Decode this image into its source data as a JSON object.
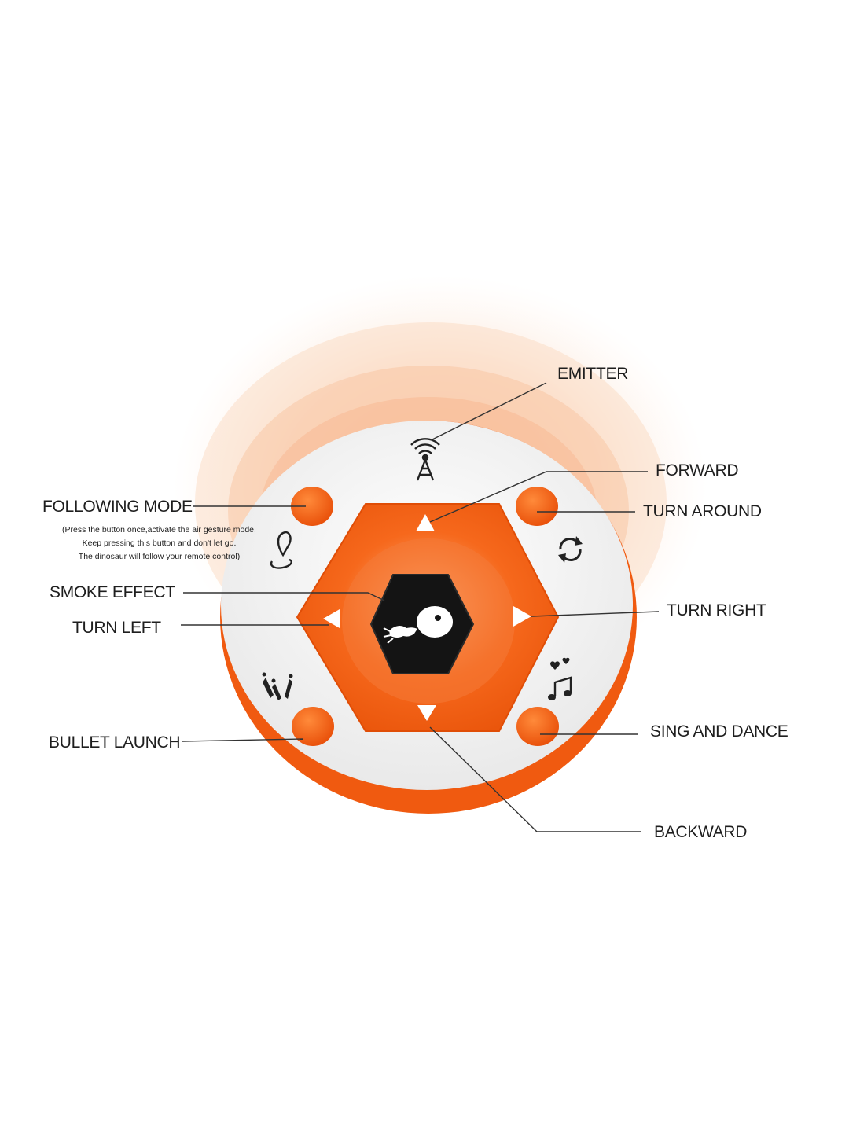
{
  "labels": {
    "emitter": "EMITTER",
    "forward": "FORWARD",
    "turn_around": "TURN AROUND",
    "following_mode": "FOLLOWING MODE",
    "following_note": [
      "(Press the button once,activate the air gesture mode.",
      "Keep pressing this button and don't let go.",
      "The dinosaur will  follow your remote control)"
    ],
    "smoke_effect": "SMOKE EFFECT",
    "turn_left": "TURN LEFT",
    "turn_right": "TURN RIGHT",
    "bullet_launch": "BULLET LAUNCH",
    "sing_and_dance": "SING AND DANCE",
    "backward": "BACKWARD"
  },
  "icons": {
    "emitter": "signal-tower-icon",
    "turn_around": "rotate-arrows-icon",
    "following_mode": "location-pin-icon",
    "bullet_launch": "rockets-icon",
    "sing_and_dance": "music-hearts-icon",
    "center": "dinosaur-smoke-icon"
  },
  "colors": {
    "accent_orange": "#f35a0e",
    "glow": "#fbd0b4",
    "panel_white": "#f4f4f4",
    "center_black": "#141414",
    "text": "#1e1e1e"
  }
}
